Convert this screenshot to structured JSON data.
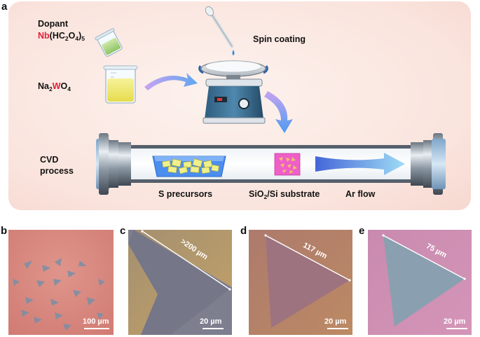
{
  "panel_a": {
    "letter": "a",
    "dopant_word": "Dopant",
    "dopant_nb": "Nb",
    "dopant_formula_1": "(HC",
    "dopant_sub_1": "2",
    "dopant_formula_2": "O",
    "dopant_sub_2": "4",
    "dopant_formula_3": ")",
    "dopant_sub_3": "5",
    "na_main": "Na",
    "na_sub_1": "2",
    "na_w": "W",
    "na_o": "O",
    "na_sub_2": "4",
    "spin_coating": "Spin coating",
    "cvd_line1": "CVD",
    "cvd_line2": "process",
    "s_precursors": "S precursors",
    "substrate_1": "SiO",
    "substrate_sub": "2",
    "substrate_2": "/Si substrate",
    "ar_flow": "Ar flow"
  },
  "panel_b": {
    "letter": "b",
    "scale": "100 µm"
  },
  "panel_c": {
    "letter": "c",
    "scale": "20 µm",
    "size_label": ">200 µm"
  },
  "panel_d": {
    "letter": "d",
    "scale": "20 µm",
    "size_label": "117 µm"
  },
  "panel_e": {
    "letter": "e",
    "scale": "20 µm",
    "size_label": "75 µm"
  },
  "colors": {
    "accent_red": "#e0203a",
    "arrow_purple": "#b493e8",
    "arrow_blue": "#3a8ae8",
    "micro_b": "#d8877e",
    "micro_c": "#b99a67",
    "micro_d": "#b07d6e",
    "micro_e": "#c98bb0"
  }
}
